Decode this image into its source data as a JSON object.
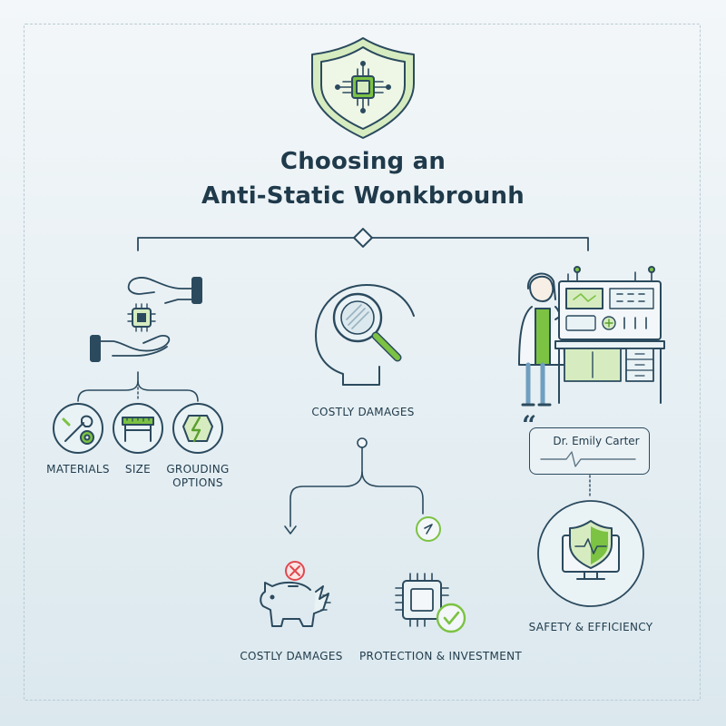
{
  "title": {
    "line1": "Choosing an",
    "line2": "Anti-Static Wonkbrounh"
  },
  "left_branch": {
    "items": [
      {
        "label": "MATERIALS",
        "icon": "wrench-gear-icon"
      },
      {
        "label": "SIZE",
        "icon": "table-size-icon"
      },
      {
        "label_line1": "GROUDING",
        "label_line2": "OPTIONS",
        "icon": "grounding-lightning-icon"
      }
    ],
    "illustration": "hands-passing-chip-icon"
  },
  "center_branch": {
    "label": "COSTLY DAMAGES",
    "illustration": "head-magnifier-icon",
    "children": [
      {
        "label": "COSTLY DAMAGES",
        "icon": "broken-piggy-bank-icon",
        "badge": "error-x-icon"
      },
      {
        "label": "PROTECTION & INVESTMENT",
        "icon": "chip-check-icon",
        "badge": "check-icon"
      }
    ]
  },
  "right_branch": {
    "illustration": "scientist-workbench-icon",
    "quote": {
      "name": "Dr. Emily Carter",
      "mark": "“"
    },
    "result": {
      "label": "SAFETY & EFFICIENCY",
      "icon": "monitor-shield-icon"
    }
  },
  "colors": {
    "ink": "#2b4a5e",
    "accent_green": "#7cc243",
    "light_green": "#d6ecc0",
    "alert_red": "#e0484f",
    "frame": "#b8cbd4"
  }
}
